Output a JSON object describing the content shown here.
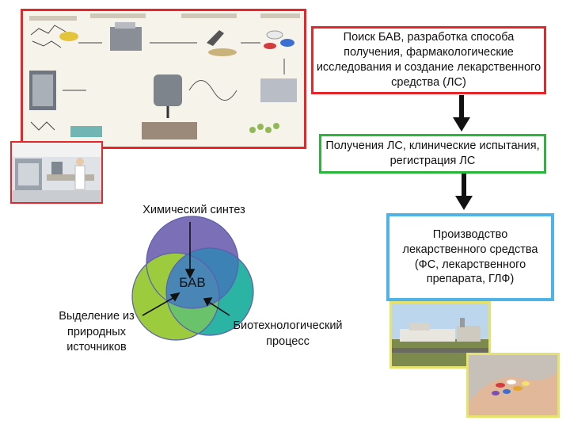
{
  "stage1": {
    "text": "Поиск БАВ, разработка способа получения, фармакологические исследования и создание лекарственного средства (ЛС)",
    "border_color": "#e8262a"
  },
  "stage2": {
    "text": "Получения ЛС, клинические испытания, регистрация ЛС",
    "border_color": "#2bb53a"
  },
  "stage3": {
    "text": "Производство лекарственного средства (ФС, лекарственного препарата, ГЛФ)",
    "border_color": "#4fb3e6"
  },
  "venn": {
    "center_label": "БАВ",
    "source_top": "Химический синтез",
    "source_left": "Выделение из природных источников",
    "source_right": "Биотехнологический процесс",
    "colors": {
      "top": "#7b6fb8",
      "left": "#9ccc3d",
      "right": "#2bb3a3",
      "overlap": "#5a5fae"
    }
  },
  "photos": {
    "research_collage_border": "#e8262a",
    "lab_photo_border": "#e8262a",
    "factory_photo_border": "#e6e26e",
    "pills_photo_border": "#e6e26e"
  }
}
